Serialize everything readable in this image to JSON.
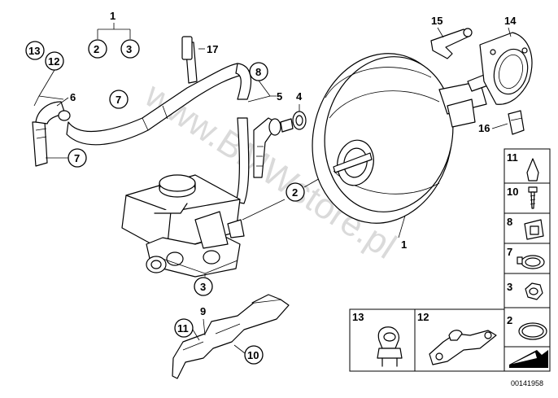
{
  "diagram": {
    "watermark": "www.BMWstore.pl",
    "drawing_code": "00141958",
    "callouts": {
      "c1_top": "1",
      "c2_top": "2",
      "c3_top": "3",
      "c13": "13",
      "c12": "12",
      "c6": "6",
      "c7_left": "7",
      "c7_hose": "7",
      "c17": "17",
      "c8": "8",
      "c5": "5",
      "c4": "4",
      "c2_mid": "2",
      "c1_booster": "1",
      "c3_bottom": "3",
      "c9": "9",
      "c11_bottom": "11",
      "c10_bottom": "10",
      "c15": "15",
      "c14": "14",
      "c16": "16"
    },
    "legend_side": [
      "11",
      "10",
      "8",
      "7",
      "3",
      "2"
    ],
    "legend_bottom": [
      "13",
      "12"
    ]
  }
}
